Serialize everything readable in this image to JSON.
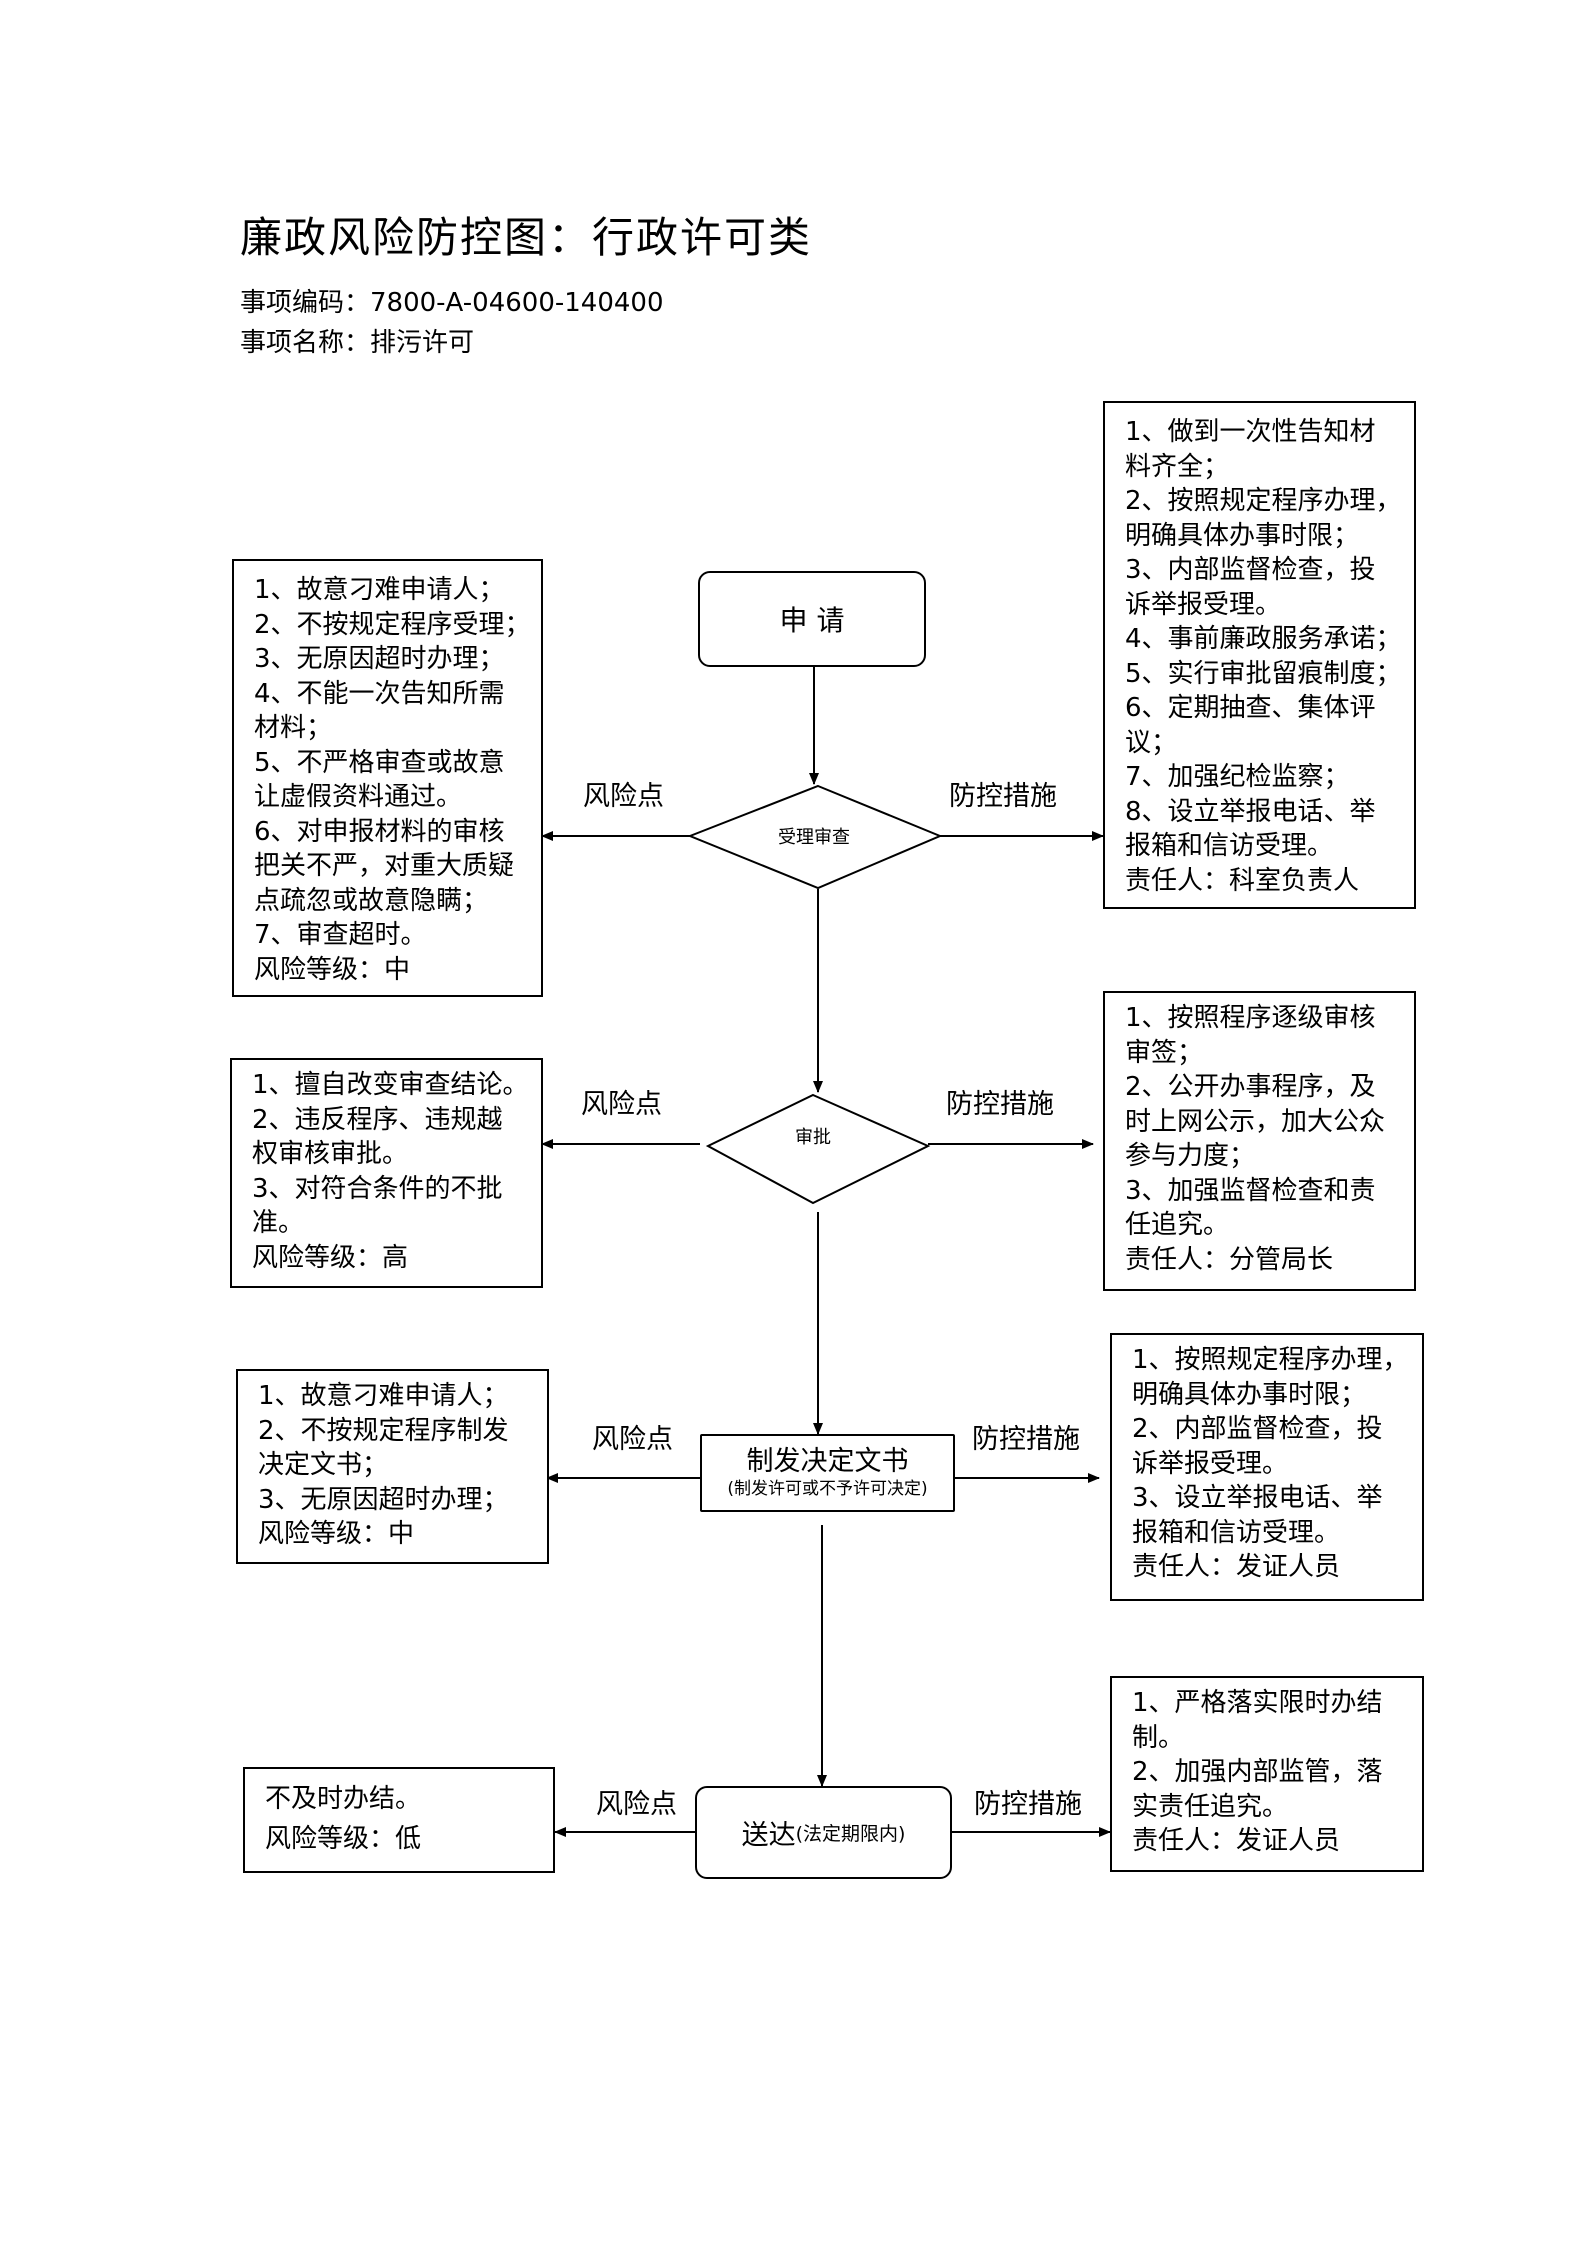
{
  "header": {
    "title": "廉政风险防控图：行政许可类",
    "code": "事项编码：7800-A-04600-140400",
    "name": "事项名称：排污许可"
  },
  "flow": {
    "apply": "申 请",
    "accept": "受理审查",
    "approve": "审批",
    "issue_title": "制发决定文书",
    "issue_sub": "(制发许可或不予许可决定)",
    "deliver_main": "送达",
    "deliver_sub": "(法定期限内)"
  },
  "labels": {
    "risk": "风险点",
    "control": "防控措施"
  },
  "stages": [
    {
      "risks": [
        "1、故意刁难申请人；",
        "2、不按规定程序受理；",
        "3、无原因超时办理；",
        "4、不能一次告知所需",
        "材料；",
        "5、不严格审查或故意",
        "让虚假资料通过。",
        "6、对申报材料的审核",
        "把关不严，对重大质疑",
        "点疏忽或故意隐瞒；",
        "7、审查超时。",
        "风险等级：中"
      ],
      "controls": [
        "1、做到一次性告知材",
        "料齐全；",
        "2、按照规定程序办理，",
        "明确具体办事时限；",
        "3、内部监督检查，投",
        "诉举报受理。",
        "4、事前廉政服务承诺；",
        "5、实行审批留痕制度；",
        "6、定期抽查、集体评",
        "议；",
        "7、加强纪检监察；",
        "8、设立举报电话、举",
        "报箱和信访受理。",
        "责任人：科室负责人"
      ]
    },
    {
      "risks": [
        "1、擅自改变审查结论。",
        "2、违反程序、违规越",
        "权审核审批。",
        "3、对符合条件的不批",
        "准。",
        "风险等级：高"
      ],
      "controls": [
        "1、按照程序逐级审核",
        "审签；",
        "2、公开办事程序，及",
        "时上网公示，加大公众",
        "参与力度；",
        "3、加强监督检查和责",
        "任追究。",
        "责任人：分管局长"
      ]
    },
    {
      "risks": [
        "1、故意刁难申请人；",
        "2、不按规定程序制发",
        "决定文书；",
        "3、无原因超时办理；",
        "风险等级：中"
      ],
      "controls": [
        "1、按照规定程序办理，",
        "明确具体办事时限；",
        "2、内部监督检查，投",
        "诉举报受理。",
        "3、设立举报电话、举",
        "报箱和信访受理。",
        "责任人：发证人员"
      ]
    },
    {
      "risks": [
        "不及时办结。",
        "风险等级：低"
      ],
      "controls": [
        "1、严格落实限时办结",
        "制。",
        "2、加强内部监管，落",
        "实责任追究。",
        "责任人：发证人员"
      ]
    }
  ]
}
